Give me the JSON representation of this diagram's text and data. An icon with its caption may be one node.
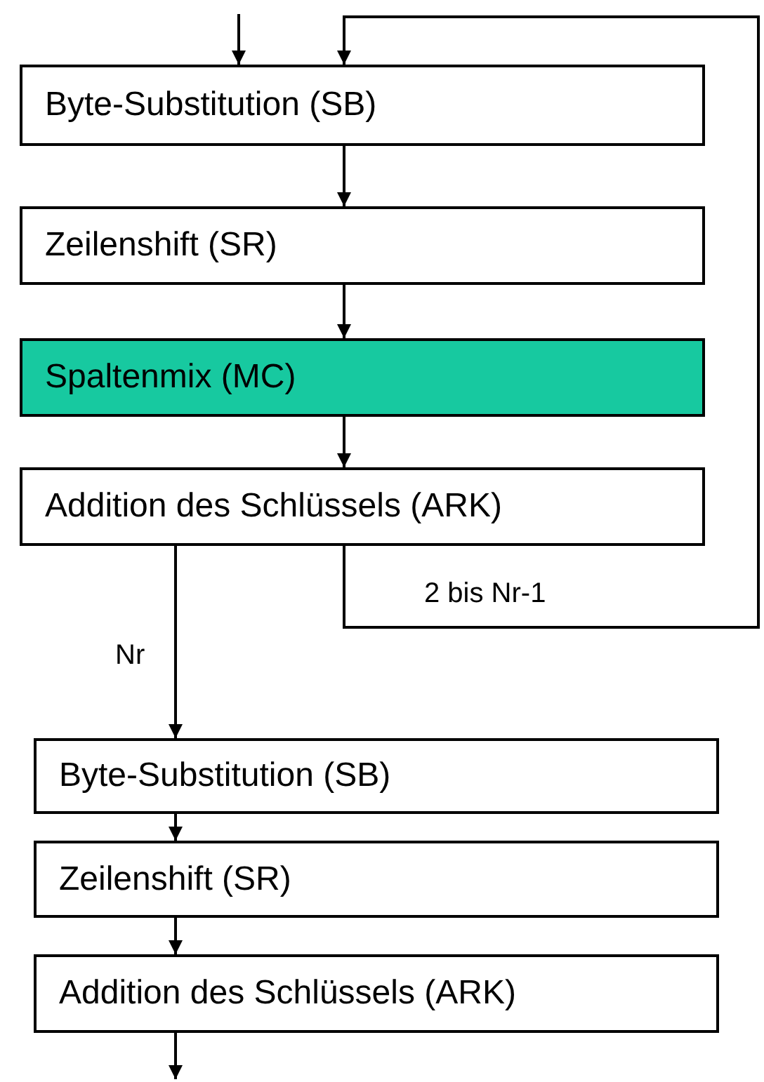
{
  "diagram": {
    "nodes": [
      {
        "text": [
          "Byte-Substitution (SB)"
        ]
      },
      {
        "text": [
          "Zeilenshift (SR)"
        ]
      },
      {
        "text": [
          "Spaltenmix (MC)"
        ]
      },
      {
        "text": [
          "Addition des Schlüssels (ARK)"
        ]
      },
      {
        "text": [
          "Byte-Substitution (SB)"
        ]
      },
      {
        "text": [
          "Zeilenshift (SR)"
        ]
      },
      {
        "text": [
          "Addition des Schlüssels (ARK)"
        ]
      }
    ],
    "edges": [
      {
        "from": null,
        "to": 0,
        "arrow": "to"
      },
      {
        "from": 0,
        "to": 1,
        "arrow": "to"
      },
      {
        "from": 1,
        "to": 2,
        "arrow": "to"
      },
      {
        "from": 2,
        "to": 3,
        "arrow": "to"
      },
      {
        "from": 3,
        "to": 0,
        "arrow": "to",
        "label": "2 bis Nr-1"
      },
      {
        "from": 3,
        "to": 4,
        "arrow": "to",
        "label": "Nr"
      },
      {
        "from": 4,
        "to": 5,
        "arrow": "to"
      },
      {
        "from": 5,
        "to": 6,
        "arrow": "to"
      },
      {
        "from": 6,
        "to": null,
        "arrow": "to"
      }
    ]
  }
}
